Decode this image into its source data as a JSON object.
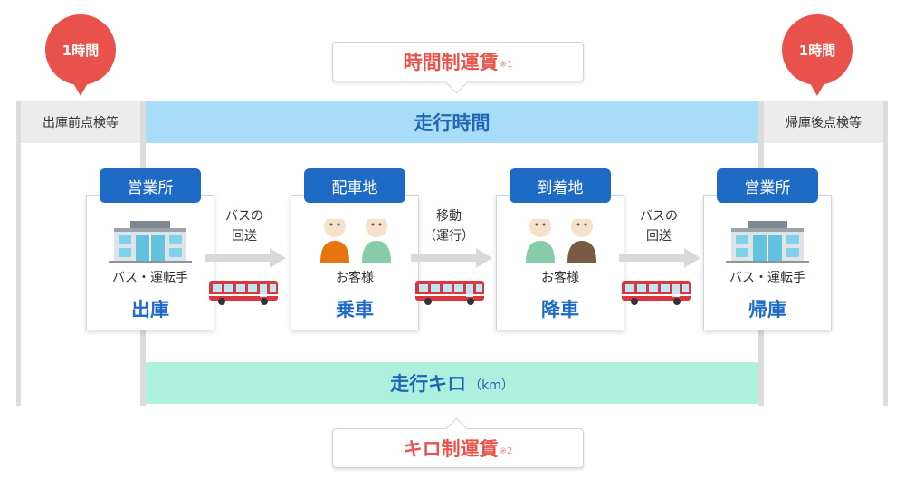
{
  "fares": {
    "time": {
      "title": "時間制運賃",
      "note": "※1"
    },
    "km": {
      "title": "キロ制運賃",
      "note": "※2"
    }
  },
  "bubbles": {
    "left": "1時間",
    "right": "1時間"
  },
  "side_labels": {
    "left": "出庫前点検等",
    "right": "帰庫後点検等"
  },
  "bands": {
    "travel_time": "走行時間",
    "travel_km": "走行キロ",
    "travel_km_unit": "（km）"
  },
  "stations": [
    {
      "tag": "営業所",
      "sub": "バス・運転手",
      "main": "出庫",
      "icon": "office-building-icon"
    },
    {
      "tag": "配車地",
      "sub": "お客様",
      "main": "乗車",
      "icon": "passengers-icon"
    },
    {
      "tag": "到着地",
      "sub": "お客様",
      "main": "降車",
      "icon": "passengers-icon"
    },
    {
      "tag": "営業所",
      "sub": "バス・運転手",
      "main": "帰庫",
      "icon": "office-building-icon"
    }
  ],
  "connectors": [
    {
      "line1": "バスの",
      "line2": "回送"
    },
    {
      "line1": "移動",
      "line2": "（運行）"
    },
    {
      "line1": "バスの",
      "line2": "回送"
    }
  ],
  "colors": {
    "accent_red": "#e8524a",
    "accent_blue": "#1e6bc6",
    "band_time": "#a8ddf9",
    "band_km": "#aef0de",
    "bus_red": "#d9363e"
  }
}
